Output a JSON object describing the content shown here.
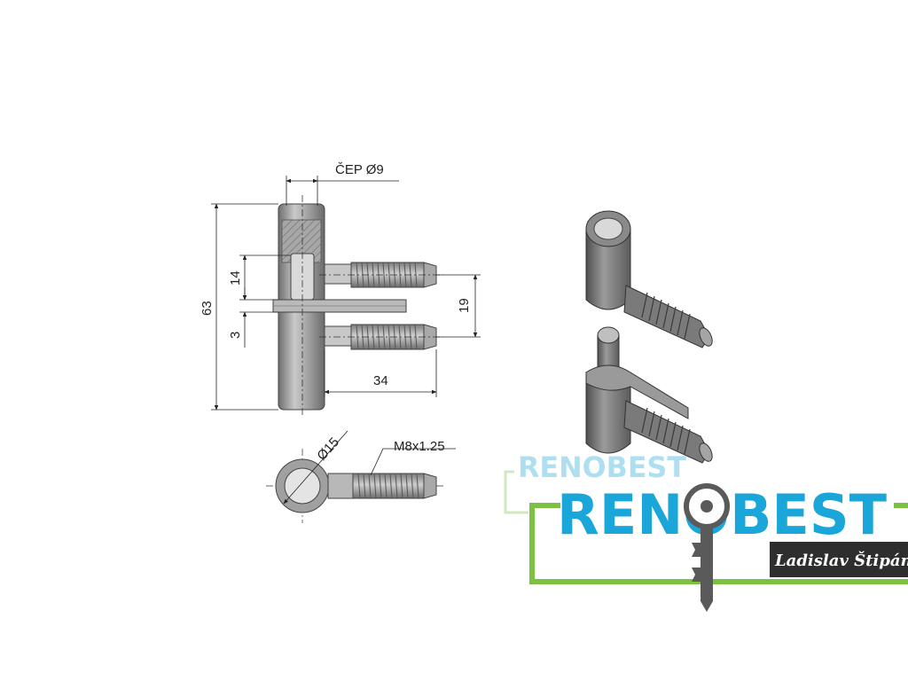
{
  "drawing": {
    "labels": {
      "pin_diameter": "ČEP Ø9",
      "overall_height": "63",
      "pin_length": "14",
      "gap": "3",
      "screw_spacing": "19",
      "screw_length": "34",
      "barrel_diameter": "Ø15",
      "thread": "M8x1.25"
    }
  },
  "logo": {
    "brand": "RENOBEST",
    "brand_ghost": "RENOBEST",
    "owner": "Ladislav Štipán",
    "colors": {
      "brand_blue": "#1aa6d8",
      "frame_green": "#7cc242",
      "key_gray": "#5a5a5a"
    }
  }
}
